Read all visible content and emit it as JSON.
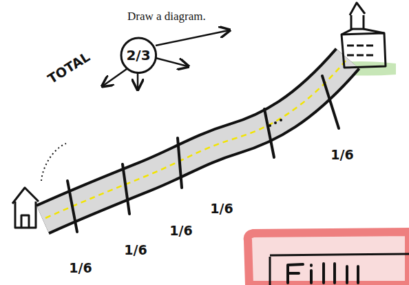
{
  "diagram": {
    "title": "Draw a diagram.",
    "nodes": [
      {
        "text": [
          "2/3"
        ]
      }
    ],
    "labels": [
      "TOTAL",
      "1/6",
      "1/6",
      "1/6",
      "1/6",
      "1/6"
    ]
  }
}
